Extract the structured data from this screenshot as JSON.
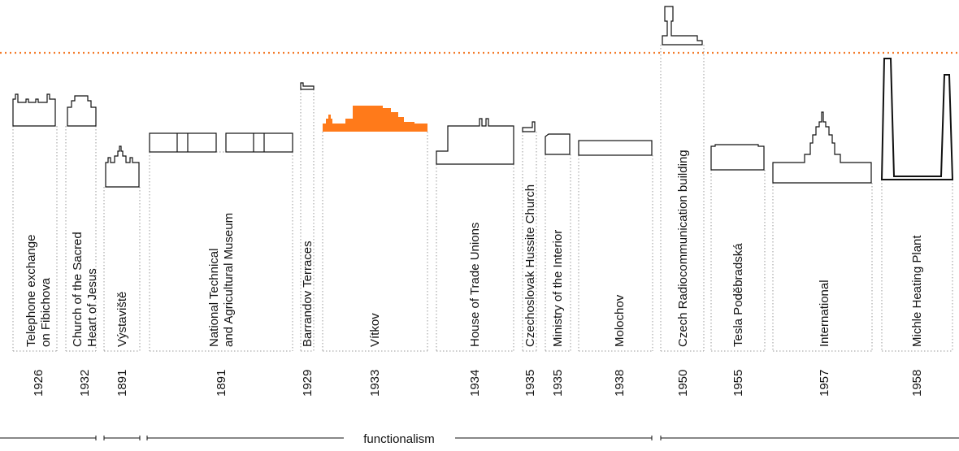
{
  "colors": {
    "outline": "#111111",
    "highlight": "#ff7a1a",
    "dotted_line": "#f47b2a",
    "frame": "#9a9a9a"
  },
  "buildings": [
    {
      "id": "fibichova",
      "lines": [
        "Telephone exchange",
        "on Fibichova"
      ],
      "year": "1926"
    },
    {
      "id": "sacred-heart",
      "lines": [
        "Church of the Sacred",
        "Heart of Jesus"
      ],
      "year": "1932"
    },
    {
      "id": "vystaviste",
      "lines": [
        "Výstaviště"
      ],
      "year": "1891"
    },
    {
      "id": "ntm",
      "lines": [
        "National Technical",
        "and Agricultural Museum"
      ],
      "year": "1891"
    },
    {
      "id": "barrandov",
      "lines": [
        "Barrandov Terraces"
      ],
      "year": "1929"
    },
    {
      "id": "vitkov",
      "lines": [
        "Vítkov"
      ],
      "year": "1933",
      "highlighted": true
    },
    {
      "id": "trade-unions",
      "lines": [
        "House of Trade Unions"
      ],
      "year": "1934"
    },
    {
      "id": "hussite-church",
      "lines": [
        "Czechoslovak Hussite Church"
      ],
      "year": "1935"
    },
    {
      "id": "interior",
      "lines": [
        "Ministry of the Interior"
      ],
      "year": "1935"
    },
    {
      "id": "molochov",
      "lines": [
        "Molochov"
      ],
      "year": "1938"
    },
    {
      "id": "radio",
      "lines": [
        "Czech Radiocommunication building"
      ],
      "year": "1950"
    },
    {
      "id": "tesla",
      "lines": [
        "Tesla Poděbradská"
      ],
      "year": "1955"
    },
    {
      "id": "international",
      "lines": [
        "International"
      ],
      "year": "1957"
    },
    {
      "id": "michle",
      "lines": [
        "Michle Heating Plant"
      ],
      "year": "1958"
    }
  ],
  "era_label": "functionalism"
}
